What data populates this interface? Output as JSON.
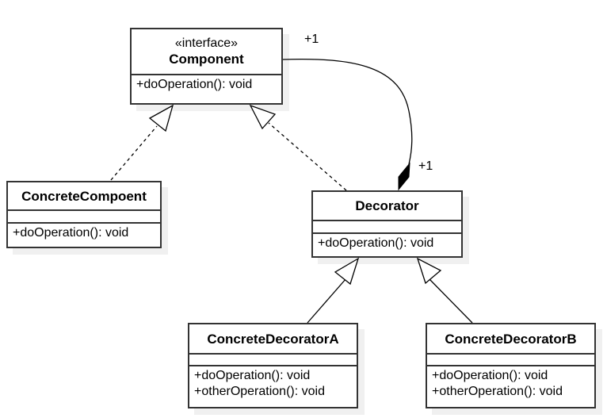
{
  "diagram": {
    "title": "Decorator Pattern",
    "classes": {
      "component": {
        "stereotype": "«interface»",
        "name": "Component",
        "operations": [
          "+doOperation(): void"
        ]
      },
      "concrete_component": {
        "name": "ConcreteCompoent",
        "operations": [
          "+doOperation(): void"
        ]
      },
      "decorator": {
        "name": "Decorator",
        "operations": [
          "+doOperation(): void"
        ]
      },
      "concrete_decorator_a": {
        "name": "ConcreteDecoratorA",
        "operations": [
          "+doOperation(): void",
          "+otherOperation(): void"
        ]
      },
      "concrete_decorator_b": {
        "name": "ConcreteDecoratorB",
        "operations": [
          "+doOperation(): void",
          "+otherOperation(): void"
        ]
      }
    },
    "relations": [
      {
        "type": "realization",
        "from": "ConcreteCompoent",
        "to": "Component"
      },
      {
        "type": "realization",
        "from": "Decorator",
        "to": "Component"
      },
      {
        "type": "composition",
        "from": "Component",
        "to": "Decorator",
        "source_multiplicity": "+1",
        "target_multiplicity": "+1"
      },
      {
        "type": "generalization",
        "from": "ConcreteDecoratorA",
        "to": "Decorator"
      },
      {
        "type": "generalization",
        "from": "ConcreteDecoratorB",
        "to": "Decorator"
      }
    ],
    "multiplicity_labels": {
      "component_end": "+1",
      "decorator_end": "+1"
    }
  }
}
